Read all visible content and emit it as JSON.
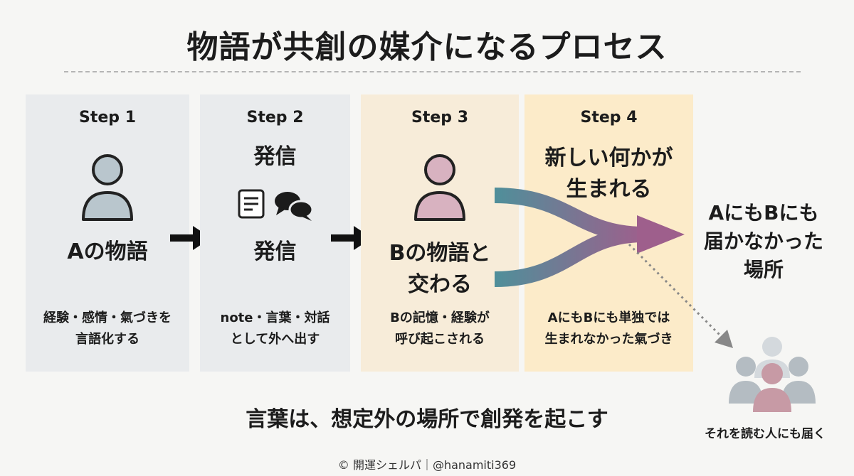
{
  "title": "物語が共創の媒介になるプロセス",
  "steps": [
    {
      "label": "Step 1",
      "heading": "Aの物語",
      "description": "経験・感情・氣づきを\n言語化する"
    },
    {
      "label": "Step 2",
      "heading_top": "発信",
      "heading": "発信",
      "description": "note・言葉・対話\nとして外へ出す"
    },
    {
      "label": "Step 3",
      "heading": "Bの物語と\n交わる",
      "description": "Bの記憶・経験が\n呼び起こされる"
    },
    {
      "label": "Step 4",
      "heading": "新しい何かが\n生まれる",
      "description": "AにもBにも単独では\n生まれなかった氣づき"
    }
  ],
  "result": "AにもBにも\n届かなかった\n場所",
  "slogan": "言葉は、想定外の場所で創発を起こす",
  "reach_text": "それを読む人にも届く",
  "credit": "© 開運シェルパ｜@hanamiti369",
  "colors": {
    "person_a": "#b9c6cd",
    "person_b": "#d8b2c0",
    "stream_teal": "#4f8f9a",
    "stream_purple": "#9e5f8c",
    "crowd_gray": "#b4bcc2",
    "crowd_rose": "#c79aa5"
  },
  "icons": [
    "person-icon",
    "note-icon",
    "speech-bubbles-icon",
    "arrow-right-icon",
    "crowd-icon"
  ]
}
